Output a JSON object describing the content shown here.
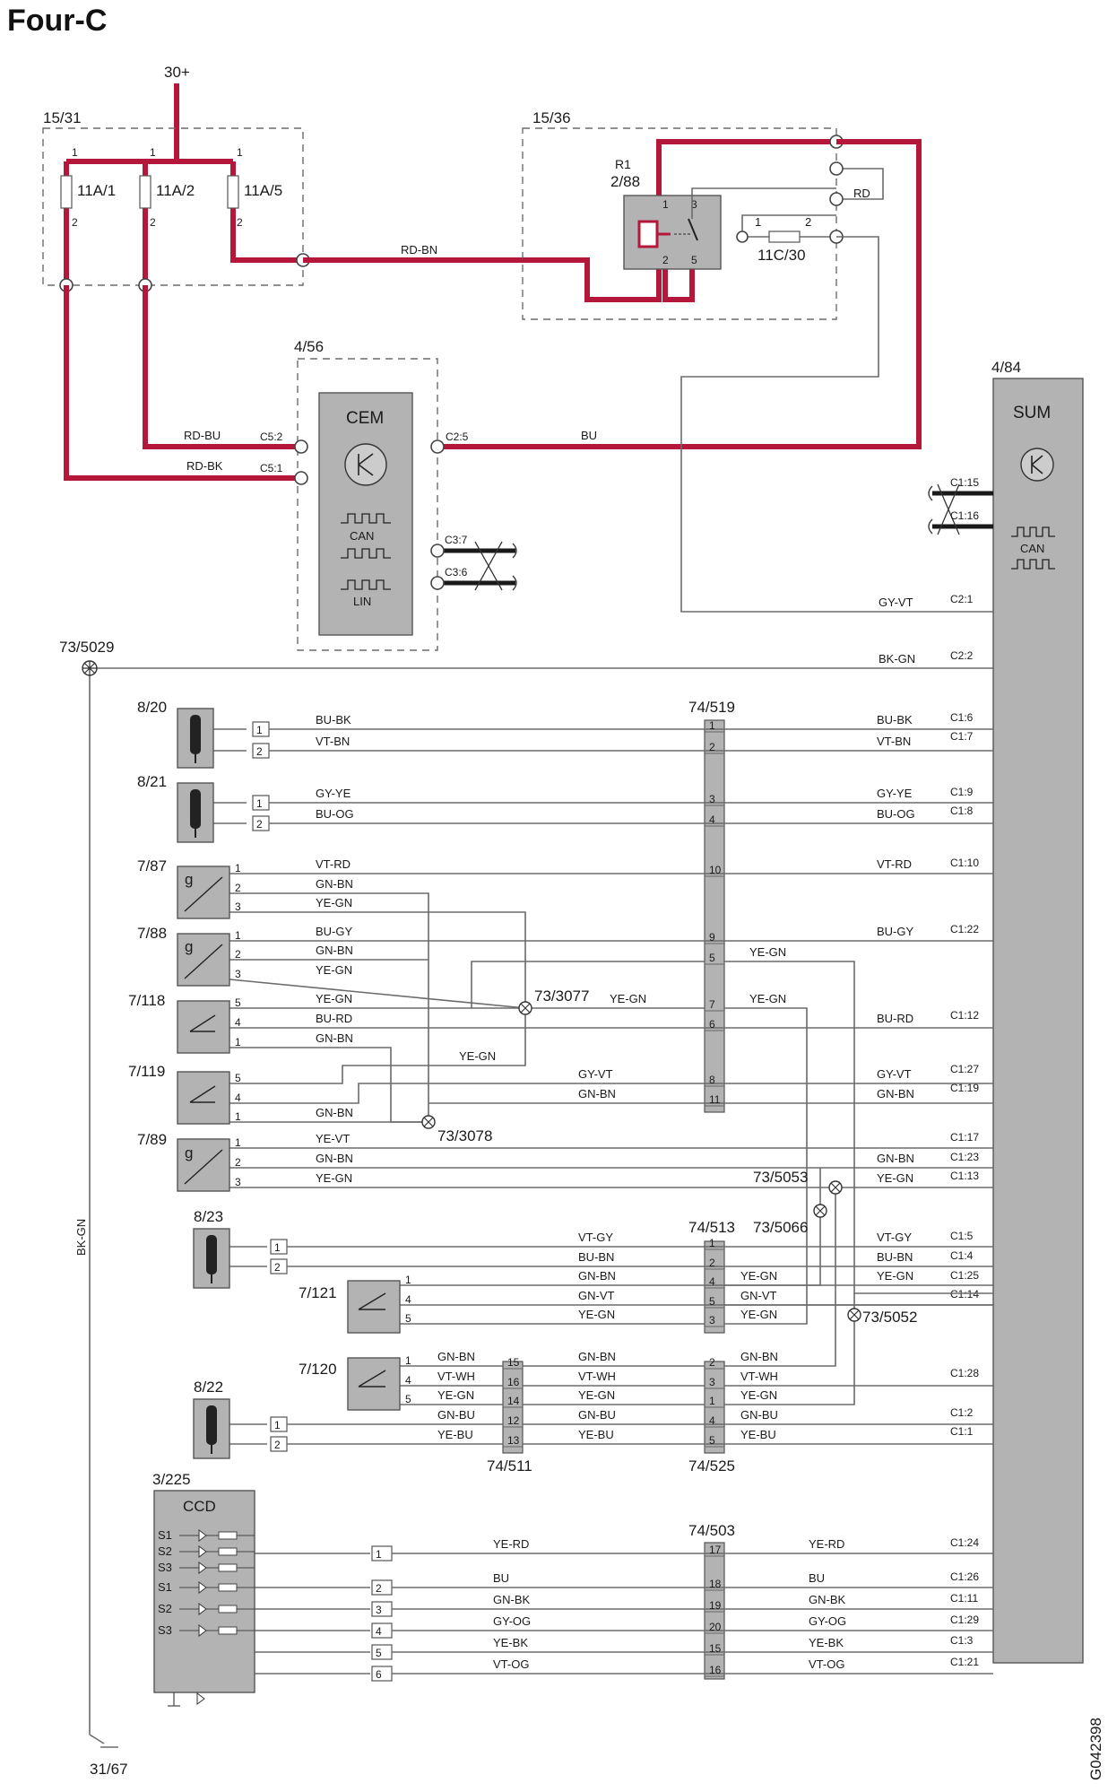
{
  "title": "Four-C",
  "diagram_id": "G042398",
  "supply": "30+",
  "ground": "31/67",
  "ground_point": "73/5029",
  "ground_wire": "BK-GN",
  "fusebox": {
    "id": "15/31",
    "fuses": [
      "11A/1",
      "11A/2",
      "11A/5"
    ],
    "pin1": "1",
    "pin2": "2"
  },
  "relay_box": {
    "id": "15/36",
    "relay_label": "R1",
    "relay_id": "2/88",
    "fuse": "11C/30",
    "pins": [
      "1",
      "3",
      "2",
      "5"
    ],
    "fuse_pins": [
      "1",
      "2"
    ],
    "wire_rd": "RD"
  },
  "wires_top": {
    "rd_bn": "RD-BN",
    "rd_bu": "RD-BU",
    "rd_bk": "RD-BK",
    "bu": "BU"
  },
  "cem": {
    "id": "4/56",
    "name": "CEM",
    "can": "CAN",
    "lin": "LIN",
    "pins": [
      "C5:2",
      "C5:1",
      "C2:5",
      "C3:7",
      "C3:6"
    ]
  },
  "sum": {
    "id": "4/84",
    "name": "SUM",
    "can": "CAN",
    "pins": [
      "C1:15",
      "C1:16",
      "C2:1",
      "C2:2",
      "C1:6",
      "C1:7",
      "C1:9",
      "C1:8",
      "C1:10",
      "C1:22",
      "C1:12",
      "C1:27",
      "C1:19",
      "C1:17",
      "C1:23",
      "C1:13",
      "C1:5",
      "C1:4",
      "C1:25",
      "C1:14",
      "C1:28",
      "C1:2",
      "C1:1",
      "C1:24",
      "C1:26",
      "C1:11",
      "C1:29",
      "C1:3",
      "C1:21"
    ]
  },
  "sum_wires": {
    "gy_vt": "GY-VT",
    "bk_gn": "BK-GN"
  },
  "components": {
    "s8_20": "8/20",
    "s8_21": "8/21",
    "s7_87": "7/87",
    "s7_88": "7/88",
    "s7_118": "7/118",
    "s7_119": "7/119",
    "s7_89": "7/89",
    "s8_23": "8/23",
    "s7_121": "7/121",
    "s7_120": "7/120",
    "s8_22": "8/22",
    "ccd_id": "3/225",
    "ccd_name": "CCD",
    "g": "g"
  },
  "connectors": {
    "c519": "74/519",
    "c513": "74/513",
    "c511": "74/511",
    "c525": "74/525",
    "c503": "74/503"
  },
  "splices": {
    "sp3077": "73/3077",
    "sp3078": "73/3078",
    "sp5053": "73/5053",
    "sp5066": "73/5066",
    "sp5052": "73/5052"
  },
  "ccd_switches": [
    "S1",
    "S2",
    "S3",
    "S1",
    "S2",
    "S3"
  ],
  "wire_labels": {
    "bu_bk": "BU-BK",
    "vt_bn": "VT-BN",
    "gy_ye": "GY-YE",
    "bu_og": "BU-OG",
    "vt_rd": "VT-RD",
    "gn_bn": "GN-BN",
    "ye_gn": "YE-GN",
    "bu_gy": "BU-GY",
    "bu_rd": "BU-RD",
    "gy_vt": "GY-VT",
    "ye_vt": "YE-VT",
    "vt_gy": "VT-GY",
    "bu_bn": "BU-BN",
    "gn_vt": "GN-VT",
    "vt_wh": "VT-WH",
    "gn_bu": "GN-BU",
    "ye_bu": "YE-BU",
    "ye_rd": "YE-RD",
    "bu": "BU",
    "gn_bk": "GN-BK",
    "gy_og": "GY-OG",
    "ye_bk": "YE-BK",
    "vt_og": "VT-OG"
  },
  "pin_numbers": [
    "1",
    "2",
    "3",
    "4",
    "5",
    "6",
    "7",
    "8",
    "9",
    "10",
    "11",
    "12",
    "13",
    "14",
    "15",
    "16",
    "17",
    "18",
    "19",
    "20"
  ]
}
